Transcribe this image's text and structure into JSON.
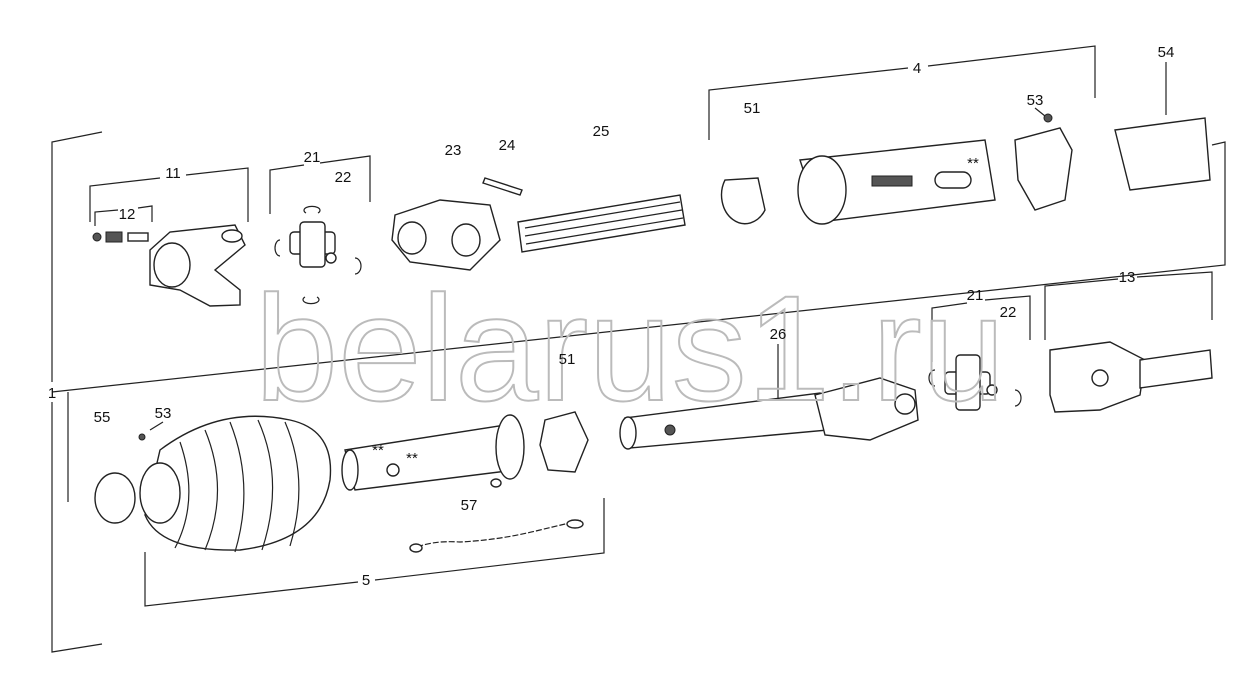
{
  "title": "PTO drive shaft exploded parts diagram",
  "watermark": "belarus1.ru",
  "marking_asterisks": "**",
  "labels": {
    "p1": "1",
    "p4": "4",
    "p5": "5",
    "p11": "11",
    "p12": "12",
    "p13": "13",
    "p21a": "21",
    "p21b": "21",
    "p22a": "22",
    "p22b": "22",
    "p23": "23",
    "p24": "24",
    "p25": "25",
    "p26": "26",
    "p51a": "51",
    "p51b": "51",
    "p53a": "53",
    "p53b": "53",
    "p54": "54",
    "p55": "55",
    "p57": "57"
  }
}
